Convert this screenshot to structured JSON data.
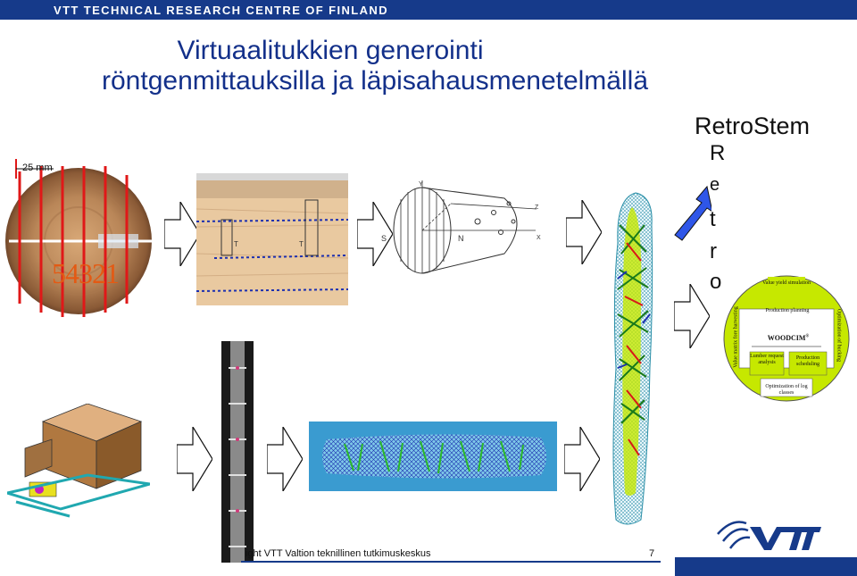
{
  "header": {
    "org": "VTT TECHNICAL RESEARCH CENTRE OF FINLAND"
  },
  "slide": {
    "title_line1": "Virtuaalitukkien generointi",
    "title_line2": "röntgenmittauksilla ja läpisahausmenetelmällä",
    "retrostem": "RetroStem",
    "vertical_letters": [
      "R",
      "e",
      "t",
      "r",
      "o"
    ],
    "scale_label": "25 mm",
    "log_numbers": "54321",
    "diagram_labels": {
      "y": "Y",
      "z": "Z",
      "x": "X",
      "s": "S",
      "n": "N",
      "t1": "T",
      "t2": "T"
    },
    "footer_text": "ight  VTT Valtion teknillinen tutkimuskeskus",
    "page_number": "7"
  },
  "woodcim": {
    "center": "WOODCIM",
    "reg": "®",
    "top": "Value yield simulation",
    "planning": "Production planning",
    "left": "Value matrix fore harvesting",
    "right": "Optimization of bucking",
    "lumber": "Lumber request analysis",
    "scheduling": "Production scheduling",
    "bottom": "Optimization of log classes"
  },
  "colors": {
    "vtt_blue": "#163a8a",
    "arrow_blue": "#2f56e8",
    "wood_green": "#c6e800",
    "log_mesh": "#2b8fa8"
  }
}
